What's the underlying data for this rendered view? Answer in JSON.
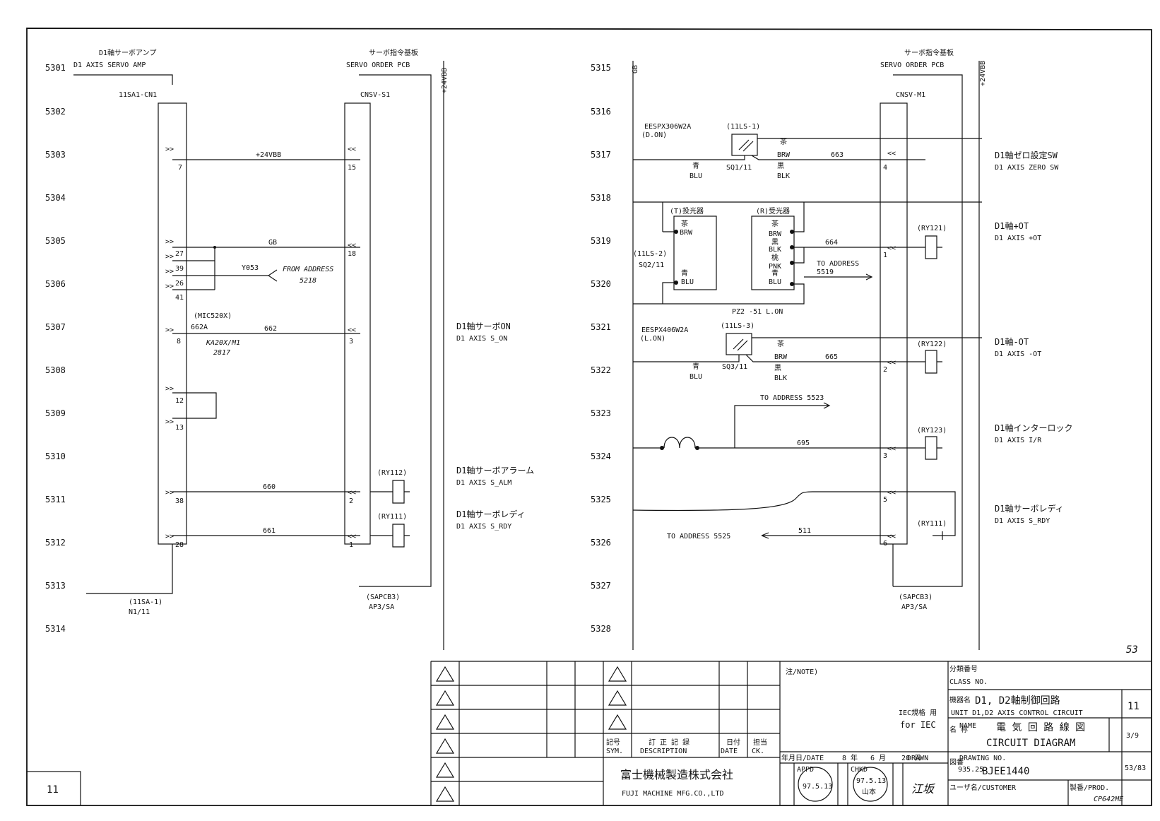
{
  "left_addresses": [
    "5301",
    "5302",
    "5303",
    "5304",
    "5305",
    "5306",
    "5307",
    "5308",
    "5309",
    "5310",
    "5311",
    "5312",
    "5313",
    "5314"
  ],
  "right_addresses": [
    "5315",
    "5316",
    "5317",
    "5318",
    "5319",
    "5320",
    "5321",
    "5322",
    "5323",
    "5324",
    "5325",
    "5326",
    "5327",
    "5328"
  ],
  "left_circuit": {
    "amp_jp": "D1軸サーボアンプ",
    "amp_en": "D1 AXIS SERVO AMP",
    "pcb_jp": "サーボ指令基板",
    "pcb_en": "SERVO ORDER PCB",
    "supply": "+24VBB",
    "conn_left": "11SA1-CN1",
    "conn_right": "CNSV-S1",
    "wire_24v": "+24VBB",
    "wire_gb": "GB",
    "wire_y053": "Y053",
    "from_address": "FROM ADDRESS",
    "from_address_num": "5218",
    "mic": "(MIC520X)",
    "w662a": "662A",
    "w662": "662",
    "ka": "KA20X/M1",
    "ka_num": "2817",
    "w660": "660",
    "w661": "661",
    "ry112": "(RY112)",
    "ry111": "(RY111)",
    "bottom_left_1": "(11SA-1)",
    "bottom_left_2": "N1/11",
    "bottom_right_1": "(SAPCB3)",
    "bottom_right_2": "AP3/SA",
    "pins_left": [
      "7",
      "27",
      "39",
      "26",
      "41",
      "8",
      "12",
      "13",
      "38",
      "28"
    ],
    "pins_right": [
      "15",
      "18",
      "3",
      "2",
      "1"
    ]
  },
  "left_labels": [
    {
      "jp": "D1軸サーボON",
      "en": "D1 AXIS S_ON"
    },
    {
      "jp": "D1軸サーボアラーム",
      "en": "D1 AXIS S_ALM"
    },
    {
      "jp": "D1軸サーボレディ",
      "en": "D1 AXIS S_RDY"
    }
  ],
  "right_circuit": {
    "gb": "GB",
    "pcb_jp": "サーボ指令基板",
    "pcb_en": "SERVO ORDER PCB",
    "supply": "+24VBB",
    "conn": "CNSV-M1",
    "sw1_part": "EESPX306W2A",
    "sw1_mode": "(D.ON)",
    "ls1": "(11LS-1)",
    "sq1": "SQ1/11",
    "brw": "BRW",
    "blk": "BLK",
    "blu": "BLU",
    "pnk": "PNK",
    "kanji_brw": "茶",
    "kanji_blk": "黒",
    "kanji_blu": "青",
    "kanji_pnk": "桃",
    "w663": "663",
    "t_box": "(T)投光器",
    "r_box": "(R)受光器",
    "ls2": "(11LS-2)",
    "sq2": "SQ2/11",
    "w664": "664",
    "to_address": "TO ADDRESS",
    "to_address_num": "5519",
    "pz": "PZ2 -51 L.ON",
    "ry121": "(RY121)",
    "sw3_part": "EESPX406W2A",
    "sw3_mode": "(L.ON)",
    "ls3": "(11LS-3)",
    "sq3": "SQ3/11",
    "w665": "665",
    "ry122": "(RY122)",
    "to_5523": "TO ADDRESS 5523",
    "w695": "695",
    "ry123": "(RY123)",
    "to_5525": "TO ADDRESS 5525",
    "w511": "511",
    "ry111": "(RY111)",
    "bottom_1": "(SAPCB3)",
    "bottom_2": "AP3/SA",
    "pins": [
      "4",
      "1",
      "2",
      "3",
      "5",
      "6"
    ]
  },
  "right_labels": [
    {
      "jp": "D1軸ゼロ設定SW",
      "en": "D1 AXIS ZERO SW"
    },
    {
      "jp": "D1軸+OT",
      "en": "D1 AXIS +OT"
    },
    {
      "jp": "D1軸-OT",
      "en": "D1 AXIS -OT"
    },
    {
      "jp": "D1軸インターロック",
      "en": "D1 AXIS I/R"
    },
    {
      "jp": "D1軸サーボレディ",
      "en": "D1 AXIS S_RDY"
    }
  ],
  "page_mark": "53",
  "corner_box": "11",
  "title_block": {
    "sym": "記号",
    "sym_en": "SYM.",
    "desc": "訂 正 記 録",
    "desc_en": "DESCRIPTION",
    "date_jp": "日付",
    "date_en": "DATE",
    "ck_jp": "担当",
    "ck_en": "CK.",
    "note": "注/NOTE)",
    "iec_jp": "IEC規格 用",
    "iec_en": "for IEC",
    "company_jp": "富士機械製造株式会社",
    "company_en": "FUJI MACHINE MFG.CO.,LTD",
    "date_label": "年月日/DATE",
    "date_year": "8 年",
    "date_month": "6 月",
    "date_day": "20 日",
    "appd": "APPD",
    "chkd": "CHKD",
    "drawn": "DRAWN",
    "seal_date_1": "97.5.13",
    "seal_date_2": "97.5.13",
    "seal_name": "山本",
    "drawn_name": "江坂",
    "class_label": "分類番号",
    "class_no": "CLASS NO.",
    "unit_label": "機器名",
    "unit_jp": "D1, D2軸制御回路",
    "unit_en": "UNIT D1,D2 AXIS CONTROL CIRCUIT",
    "unit_num": "11",
    "name_label": "名 称",
    "name_en_label": "NAME",
    "name_jp": "電 気 回 路 線 図",
    "name_en": "CIRCUIT DIAGRAM",
    "name_num": "3/9",
    "drawing_label": "図番",
    "drawing_no_label": "DRAWING NO.",
    "drawing_no": "BJEE1440",
    "drawing_prefix": "935.25",
    "drawing_num": "53/83",
    "customer": "ユーザ名/CUSTOMER",
    "prod_label": "製番/PROD.",
    "prod": "CP642ME"
  }
}
